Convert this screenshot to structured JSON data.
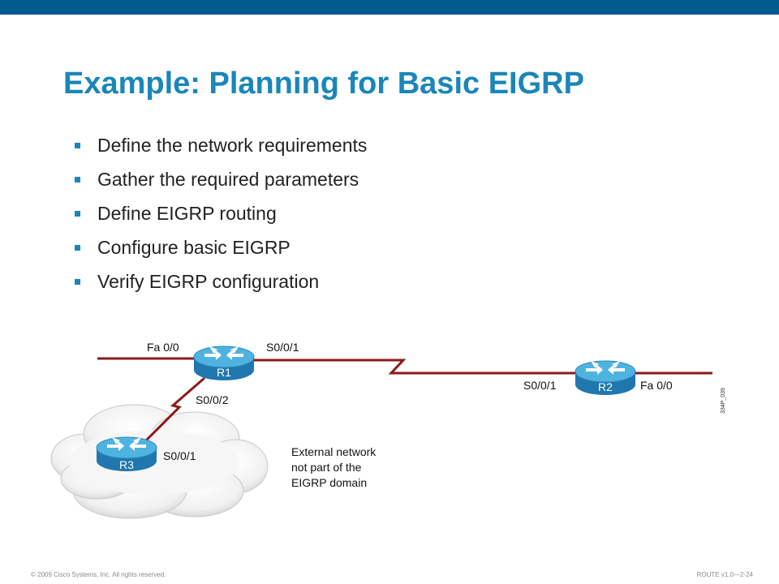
{
  "title": "Example: Planning for Basic EIGRP",
  "bullets": [
    "Define the network requirements",
    "Gather the required parameters",
    "Define EIGRP routing",
    "Configure basic EIGRP",
    "Verify EIGRP configuration"
  ],
  "diagram": {
    "routers": {
      "r1": "R1",
      "r2": "R2",
      "r3": "R3"
    },
    "interfaces": {
      "r1_fa00": "Fa 0/0",
      "r1_s001": "S0/0/1",
      "r1_s002": "S0/0/2",
      "r2_s001": "S0/0/1",
      "r2_fa00": "Fa 0/0",
      "r3_s001": "S0/0/1"
    },
    "external_note": [
      "External network",
      "not part of the",
      "EIGRP domain"
    ],
    "figure_id": "334P_039",
    "colors": {
      "link": "#8b1a1a",
      "router_top": "#4fb3e0",
      "router_side": "#1f77ae"
    }
  },
  "footer": {
    "copyright": "© 2009 Cisco Systems, Inc. All rights reserved.",
    "course": "ROUTE v1.0—2-24"
  }
}
